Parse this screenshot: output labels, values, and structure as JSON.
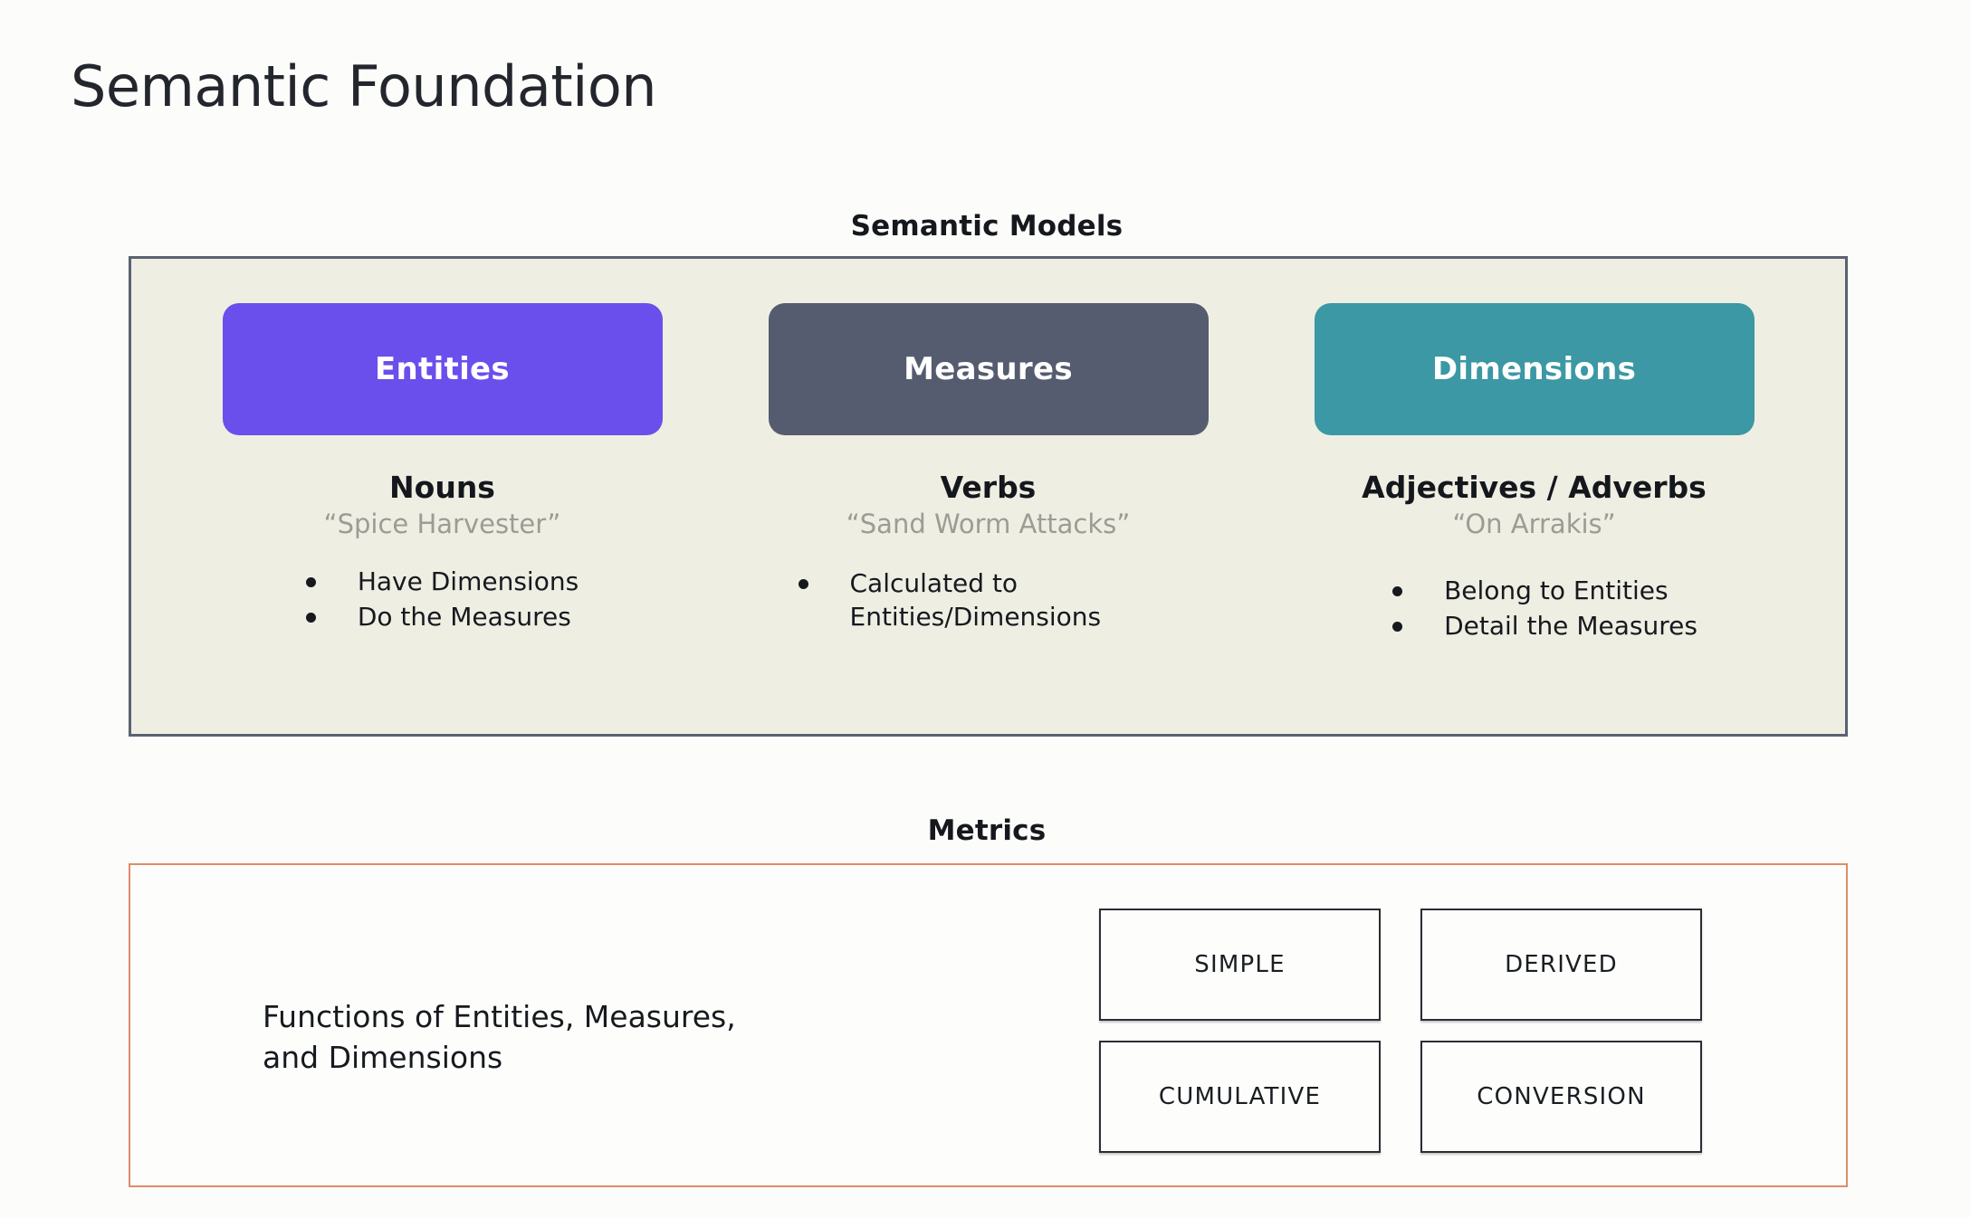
{
  "page": {
    "title": "Semantic Foundation",
    "background_color": "#FCFCFA"
  },
  "semantic_models": {
    "header": "Semantic Models",
    "panel_background": "#EFEEE3",
    "panel_border_color": "#5B6270",
    "columns": [
      {
        "pill_label": "Entities",
        "pill_color": "#6A4FEC",
        "part_of_speech": "Nouns",
        "example": "“Spice Harvester”",
        "bullets": [
          "Have Dimensions",
          "Do the Measures"
        ]
      },
      {
        "pill_label": "Measures",
        "pill_color": "#555C70",
        "part_of_speech": "Verbs",
        "example": "“Sand Worm Attacks”",
        "bullets": [
          "Calculated to Entities/Dimensions"
        ]
      },
      {
        "pill_label": "Dimensions",
        "pill_color": "#3B98A4",
        "part_of_speech": "Adjectives / Adverbs",
        "example": "“On Arrakis”",
        "bullets": [
          "Belong to Entities",
          "Detail the Measures"
        ]
      }
    ]
  },
  "metrics": {
    "header": "Metrics",
    "panel_border_color": "#E08B6B",
    "description_line1": "Functions of Entities, Measures,",
    "description_line2": "and Dimensions",
    "types": [
      "SIMPLE",
      "DERIVED",
      "CUMULATIVE",
      "CONVERSION"
    ]
  }
}
